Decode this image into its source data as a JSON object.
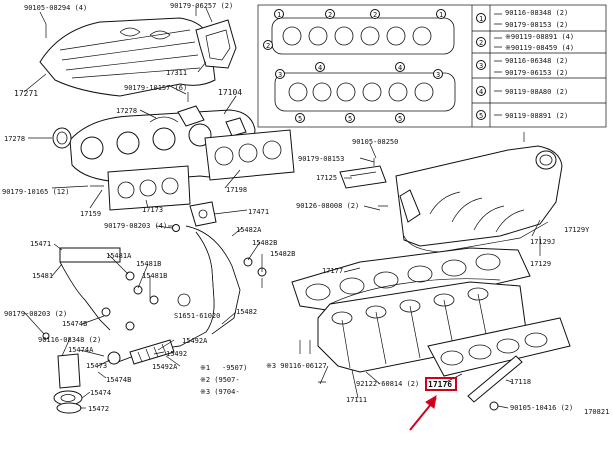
{
  "labels": {
    "l_90105_08294": "90105-08294 (4)",
    "l_90179_06257": "90179-06257 (2)",
    "l_17311": "17311",
    "l_17271": "17271",
    "l_90179_10157": "90179-10157 (6)",
    "l_17104": "17104",
    "l_17278": "17278",
    "l_17278b": "17278",
    "l_17198": "17198",
    "l_90179_10165": "90179-10165 (12)",
    "l_17159": "17159",
    "l_17173": "17173",
    "l_17471": "17471",
    "l_90179_08203a": "90179-08203 (4)",
    "l_15482A": "15482A",
    "l_15482B_a": "15482B",
    "l_15482B_b": "15482B",
    "l_15471": "15471",
    "l_15481A": "15481A",
    "l_15481B_a": "15481B",
    "l_15481B_b": "15481B",
    "l_15481": "15481",
    "l_90179_08203b": "90179-08203 (2)",
    "l_15474B": "15474B",
    "l_90116_08348": "90116-08348 (2)",
    "l_15474A": "15474A",
    "l_15473": "15473",
    "l_15474": "15474",
    "l_15472": "15472",
    "l_15474B_b": "15474B",
    "l_15492A_a": "15492A",
    "l_15492": "15492",
    "l_15492A_b": "15492A",
    "l_15482": "15482",
    "l_90105_08250": "90105-08250",
    "l_90179_08153": "90179-08153",
    "l_17125": "17125",
    "l_90126_08008": "90126-08008 (2)",
    "l_17129J": "17129J",
    "l_17129Y": "17129Y",
    "l_17129": "17129",
    "l_17177": "17177",
    "l_s3_90116": "※3 90116-06127",
    "l_92122": "92122-60814 (2)",
    "l_17111": "17111",
    "l_17176": "17176",
    "l_17118": "17118",
    "l_90105_10416": "90105-10416 (2)",
    "l_figno": "170821",
    "l_s1_a": "※1",
    "l_s2_a": "※2 (9507-",
    "l_s2_b": "※3 (9704-",
    "l_s1_9507": "-9507)",
    "l_s1_fig": "S1651-61020"
  },
  "legend": {
    "items": [
      {
        "num": "1",
        "a": "90116-08348 (2)",
        "b": "90179-08153 (2)"
      },
      {
        "num": "2",
        "a": "※90119-08891 (4)",
        "b": "※90119-08459 (4)"
      },
      {
        "num": "3",
        "a": "90116-06348 (2)",
        "b": "90179-06153 (2)"
      },
      {
        "num": "4",
        "a": "90119-08A80 (2)",
        "b": ""
      },
      {
        "num": "5",
        "a": "90119-08891 (2)",
        "b": ""
      }
    ],
    "gasket_marks": [
      "1",
      "2",
      "3",
      "4",
      "5"
    ]
  },
  "highlight": {
    "color": "#d0021b",
    "part": "17176"
  }
}
